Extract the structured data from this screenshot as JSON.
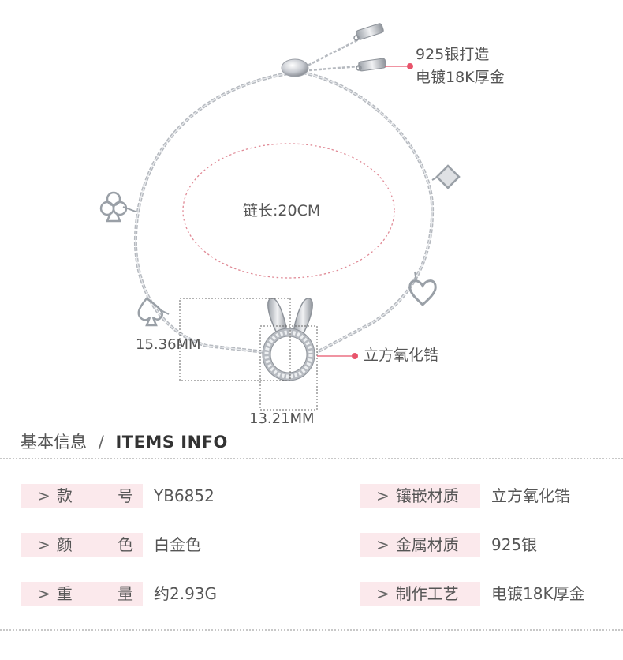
{
  "product": {
    "callouts": {
      "material_line1": "925银打造",
      "material_line2": "电镀18K厚金",
      "stone": "立方氧化锆",
      "chain_length": "链长:20CM",
      "width_dim": "15.36MM",
      "height_dim": "13.21MM"
    },
    "colors": {
      "accent": "#e8546b",
      "chain": "#b9bcc2",
      "dashed_oval": "#e08a96"
    }
  },
  "section": {
    "title_cn": "基本信息",
    "separator": "/",
    "title_en": "ITEMS INFO"
  },
  "specs": {
    "arrow": ">",
    "left": [
      {
        "label_a": "款",
        "label_b": "号",
        "value": "YB6852"
      },
      {
        "label_a": "颜",
        "label_b": "色",
        "value": "白金色"
      },
      {
        "label_a": "重",
        "label_b": "量",
        "value": "约2.93G"
      }
    ],
    "right": [
      {
        "label": "镶嵌材质",
        "value": "立方氧化锆"
      },
      {
        "label": "金属材质",
        "value": "925银"
      },
      {
        "label": "制作工艺",
        "value": "电镀18K厚金"
      }
    ]
  }
}
